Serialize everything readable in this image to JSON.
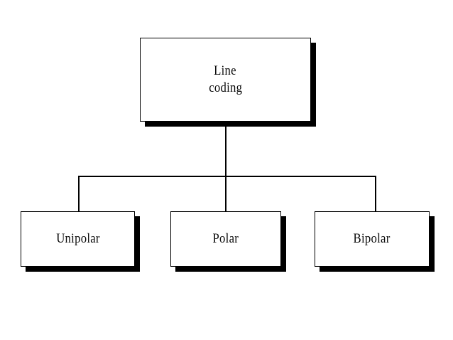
{
  "diagram": {
    "type": "hierarchy-tree",
    "background_color": "#ffffff",
    "line_color": "#000000",
    "shadow_color": "#000000",
    "root": {
      "id": "line-coding",
      "label_line1": "Line",
      "label_line2": "coding"
    },
    "children": [
      {
        "id": "unipolar",
        "label": "Unipolar"
      },
      {
        "id": "polar",
        "label": "Polar"
      },
      {
        "id": "bipolar",
        "label": "Bipolar"
      }
    ]
  }
}
